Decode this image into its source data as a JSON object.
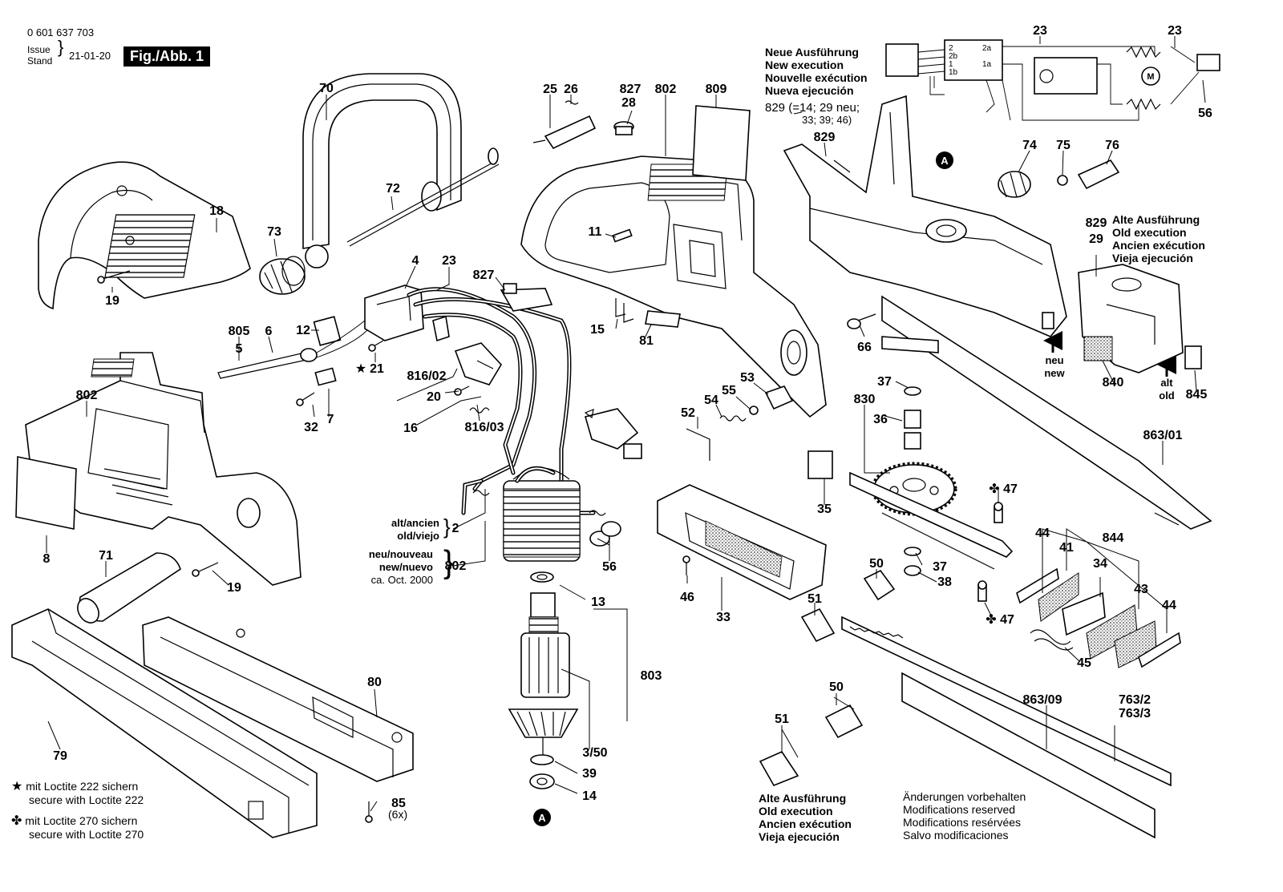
{
  "header": {
    "part_number": "0 601 637 703",
    "issue_label": "Issue",
    "stand_label": "Stand",
    "date": "21-01-20",
    "figure": "Fig./Abb. 1"
  },
  "notes": {
    "new_exec": [
      "Neue Ausführung",
      "New execution",
      "Nouvelle exécution",
      "Nueva ejecución"
    ],
    "new_exec_ref": "829 (=14; 29 neu;",
    "new_exec_ref2": "33; 39; 46)",
    "old_exec_right": [
      "Alte Ausführung",
      "Old execution",
      "Ancien exécution",
      "Vieja ejecución"
    ],
    "old_exec_bottom": [
      "Alte Ausführung",
      "Old execution",
      "Ancien exécution",
      "Vieja ejecución"
    ],
    "changes": [
      "Änderungen vorbehalten",
      "Modifications reserved",
      "Modifications resérvées",
      "Salvo modificaciones"
    ],
    "loctite222": [
      "mit Loctite 222 sichern",
      "secure with Loctite 222"
    ],
    "loctite270": [
      "mit Loctite 270 sichern",
      "secure with Loctite 270"
    ],
    "alt_old": [
      "alt/ancien",
      "old/viejo"
    ],
    "neu_new": [
      "neu/nouveau",
      "new/nuevo",
      "ca. Oct. 2000"
    ],
    "neu_arrow": [
      "neu",
      "new"
    ],
    "alt_arrow": [
      "alt",
      "old"
    ],
    "sixx": "(6x)"
  },
  "symbols": {
    "star": "★",
    "club": "✤",
    "marker": "A"
  },
  "part_labels": [
    "70",
    "72",
    "18",
    "73",
    "19",
    "4",
    "23",
    "12",
    "805",
    "5",
    "6",
    "21",
    "32",
    "7",
    "802",
    "8",
    "71",
    "19b",
    "79",
    "80",
    "85",
    "25",
    "26",
    "827",
    "28",
    "802b",
    "809",
    "11",
    "827b",
    "816/02",
    "20",
    "16",
    "816/03",
    "15",
    "81",
    "2",
    "802c",
    "56",
    "13",
    "803",
    "3/50",
    "39",
    "14",
    "52",
    "54",
    "55",
    "53",
    "46",
    "33",
    "829",
    "74",
    "75",
    "76",
    "66",
    "37",
    "36",
    "830",
    "35",
    "47",
    "38",
    "37b",
    "47b",
    "50",
    "51",
    "50b",
    "51b",
    "863/01",
    "863/09",
    "763/2",
    "763/3",
    "844",
    "44",
    "41",
    "34",
    "43",
    "44b",
    "45",
    "840",
    "845",
    "29",
    "829b",
    "23b",
    "23c",
    "56b"
  ],
  "label_text": {
    "19b": "19",
    "802b": "802",
    "827b": "827",
    "802c": "802",
    "37b": "37",
    "47b": "47",
    "50b": "50",
    "51b": "51",
    "44b": "44",
    "829b": "829",
    "23b": "23",
    "23c": "23",
    "56b": "56"
  },
  "wiring_terms": [
    "2",
    "2b",
    "1",
    "1b",
    "2a",
    "1a"
  ],
  "motor_label": "M"
}
